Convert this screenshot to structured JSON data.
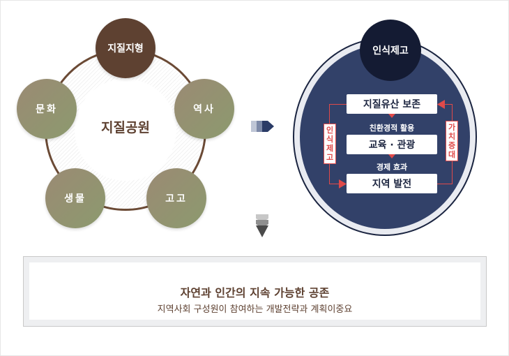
{
  "left_cycle": {
    "center": "지질공원",
    "nodes": [
      {
        "label": "지질지형",
        "position": "top"
      },
      {
        "label": "역사",
        "position": "right"
      },
      {
        "label": "고고",
        "position": "bottom-right"
      },
      {
        "label": "생물",
        "position": "bottom-left"
      },
      {
        "label": "문화",
        "position": "left"
      }
    ]
  },
  "right_circle": {
    "cap": "인식제고",
    "boxes": [
      "지질유산 보존",
      "교육 · 관광",
      "지역 발전"
    ],
    "steps": [
      "친환경적 활용",
      "경제 효과"
    ],
    "side_left": "인식제고",
    "side_right": "가치증대"
  },
  "arrows": {
    "right": "triple-chevron-right-icon",
    "down": "triple-chevron-down-icon"
  },
  "bottom": {
    "title": "자연과 인간의 지속 가능한 공존",
    "subtitle": "지역사회 구성원이 참여하는 개발전략과 계획이중요"
  },
  "colors": {
    "brown": "#5e4131",
    "olive": "#8c9a6e",
    "navy": "#324169",
    "dark_navy": "#141b33",
    "red": "#e04a4a"
  }
}
